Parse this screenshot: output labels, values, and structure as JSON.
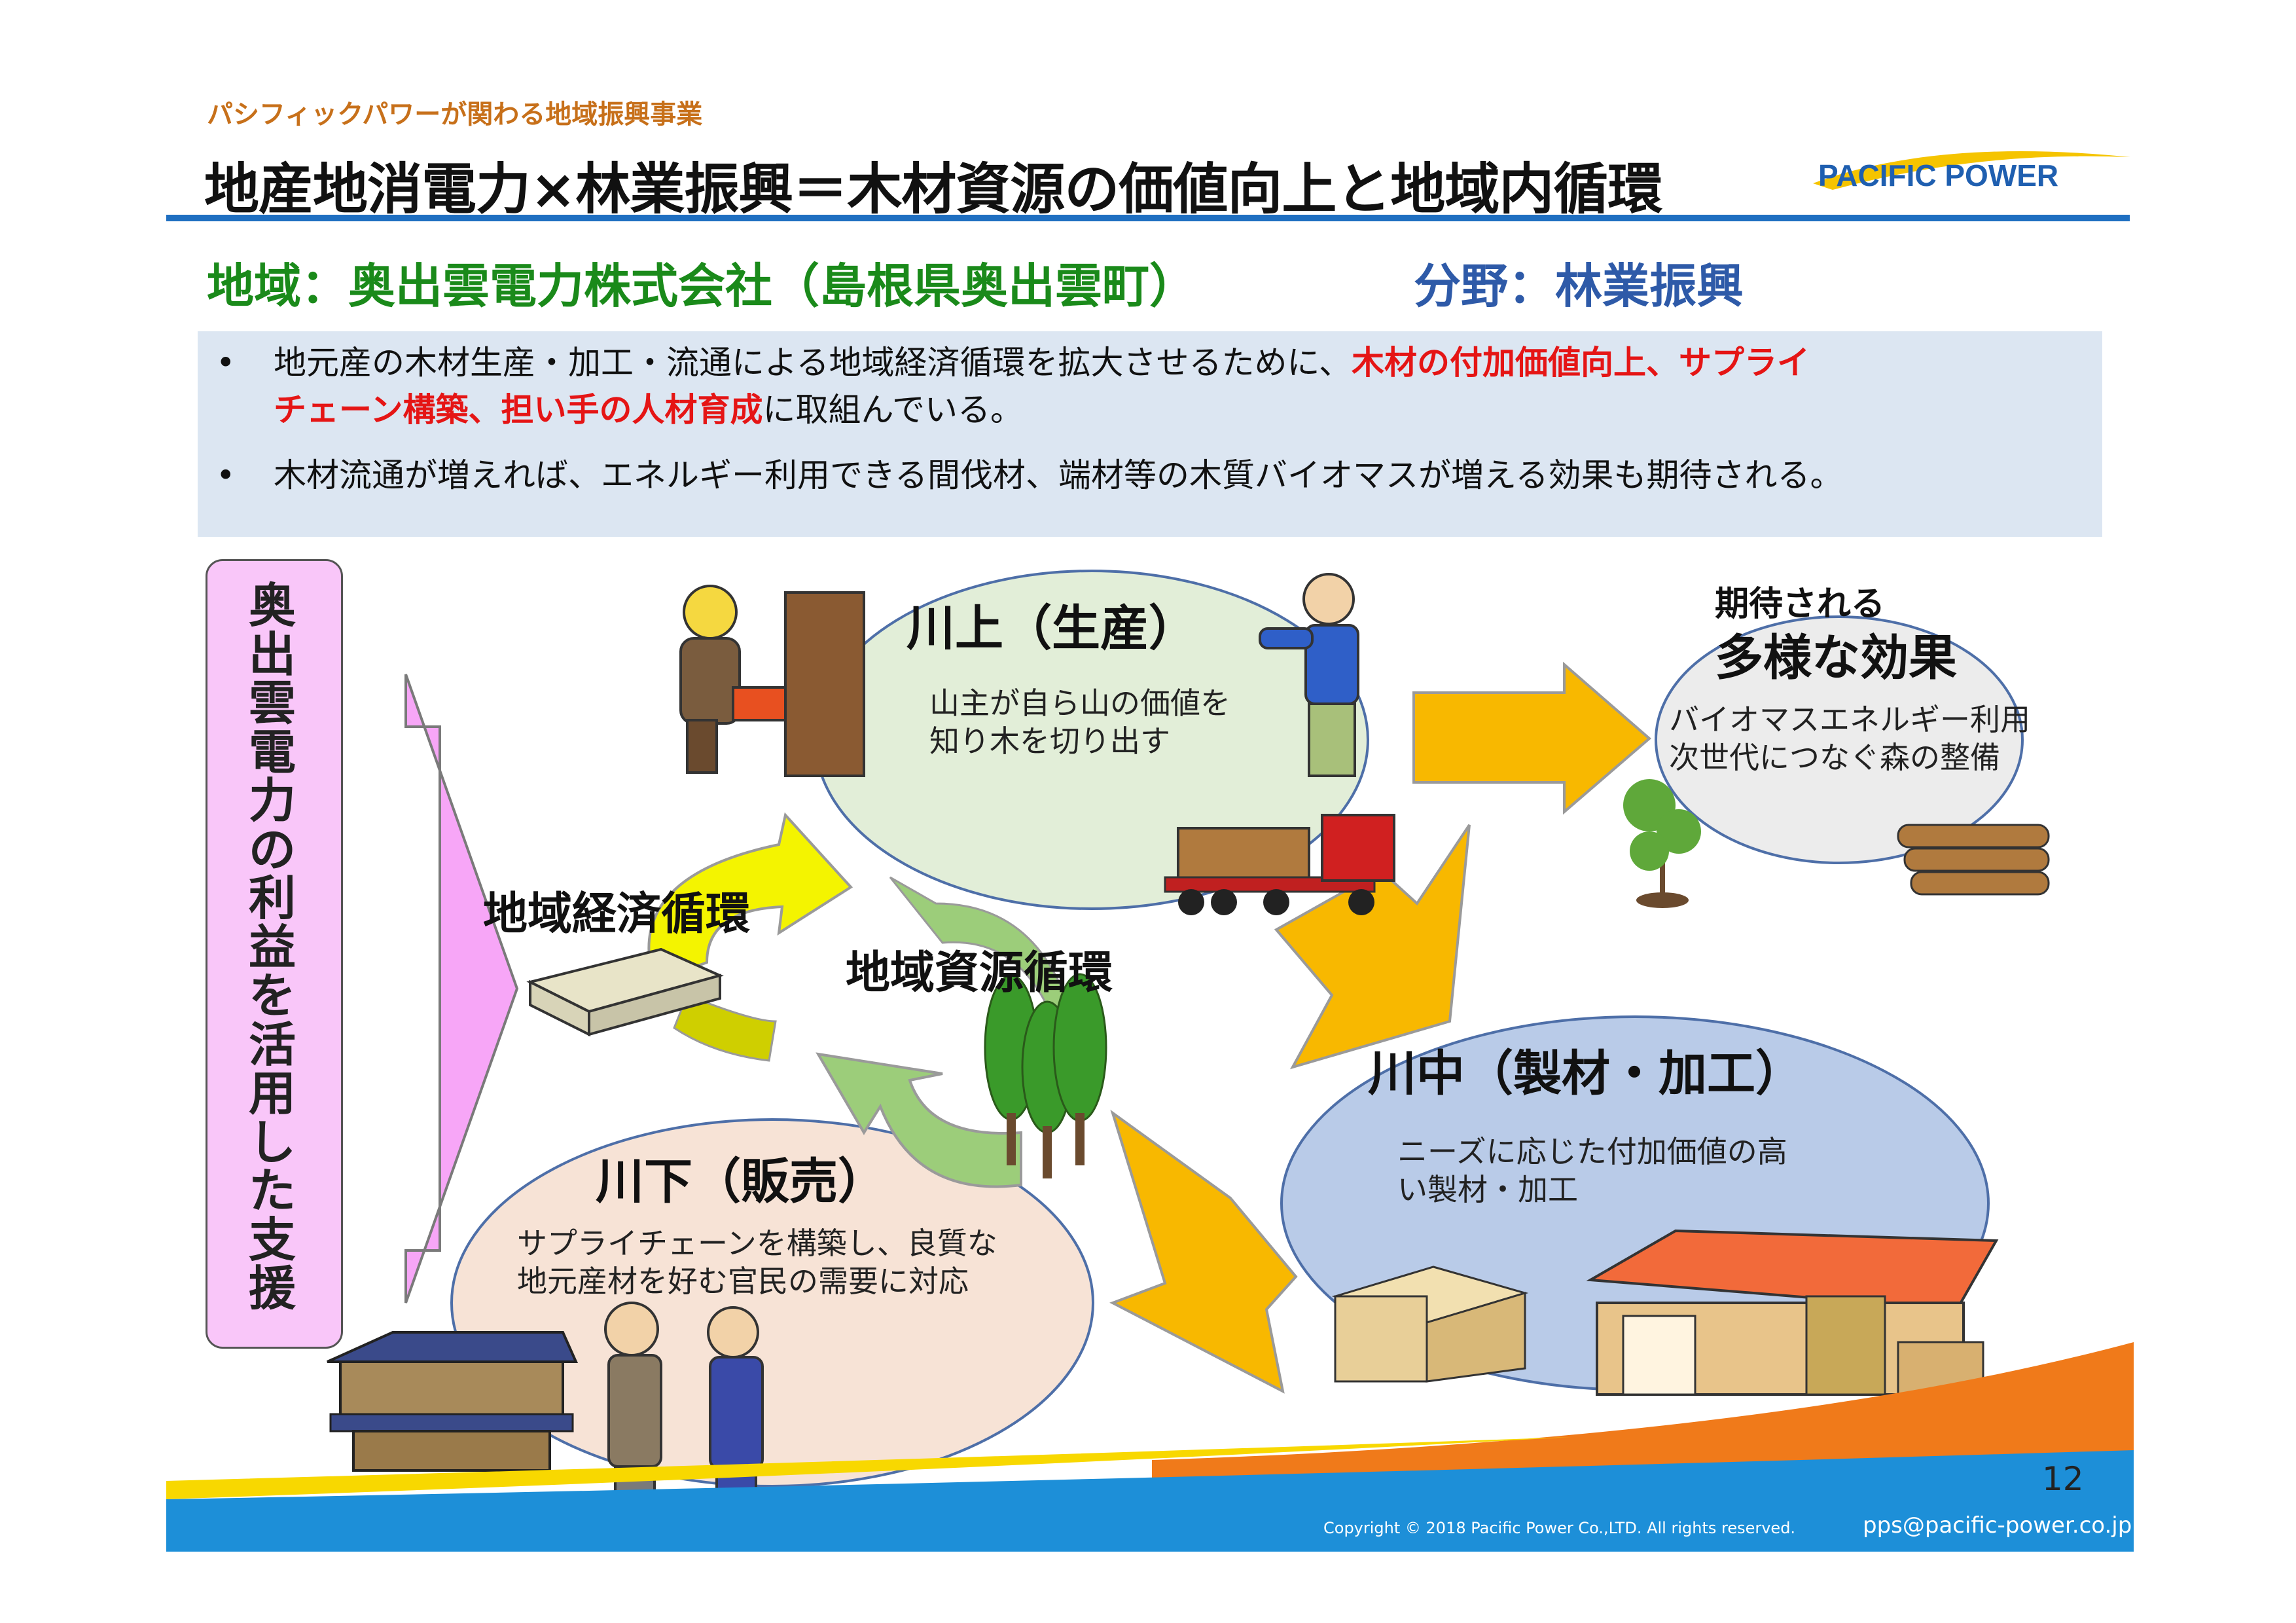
{
  "header": {
    "kicker": "パシフィックパワーが関わる地域振興事業",
    "title": "地産地消電力×林業振興＝木材資源の価値向上と地域内循環",
    "logo_text": "PACIFIC POWER"
  },
  "subheader": {
    "region": "地域：奥出雲電力株式会社（島根県奥出雲町）",
    "field": "分野：林業振興"
  },
  "summary": {
    "bullet1_pre": "地元産の木材生産・加工・流通による地域経済循環を拡大させるために、",
    "bullet1_red_a": "木材の付加価値向上、サプライ",
    "bullet1_red_b": "チェーン構築、担い手の人材育成",
    "bullet1_post": "に取組んでいる。",
    "bullet2": "木材流通が増えれば、エネルギー利用できる間伐材、端材等の木質バイオマスが増える効果も期待される。",
    "dot": "•"
  },
  "pillar": {
    "text": "奥出雲電力の利益を活用した支援"
  },
  "stages": {
    "upstream": {
      "title": "川上（生産）",
      "line1": "山主が自ら山の価値を",
      "line2": "知り木を切り出す"
    },
    "midstream": {
      "title": "川中（製材・加工）",
      "line1": "ニーズに応じた付加価値の高",
      "line2": "い製材・加工"
    },
    "downstream": {
      "title": "川下（販売）",
      "line1": "サプライチェーンを構築し、良質な",
      "line2": "地元産材を好む官民の需要に対応"
    }
  },
  "cycles": {
    "economic": "地域経済循環",
    "resource": "地域資源循環"
  },
  "effects": {
    "lead": "期待される",
    "title": "多様な効果",
    "line1": "バイオマスエネルギー利用",
    "line2": "次世代につなぐ森の整備"
  },
  "footer": {
    "page_number": "12",
    "copyright": "Copyright © 2018 Pacific Power Co.,LTD.  All rights reserved.",
    "email": "pps@pacific-power.co.jp"
  },
  "colors": {
    "accent_blue": "#1f6fc1",
    "region_green": "#1a8a1a",
    "field_blue": "#2e5aa8",
    "highlight_red": "#e51515",
    "arrow_orange": "#f8b500",
    "pillar_pink": "#f9c6f9"
  }
}
